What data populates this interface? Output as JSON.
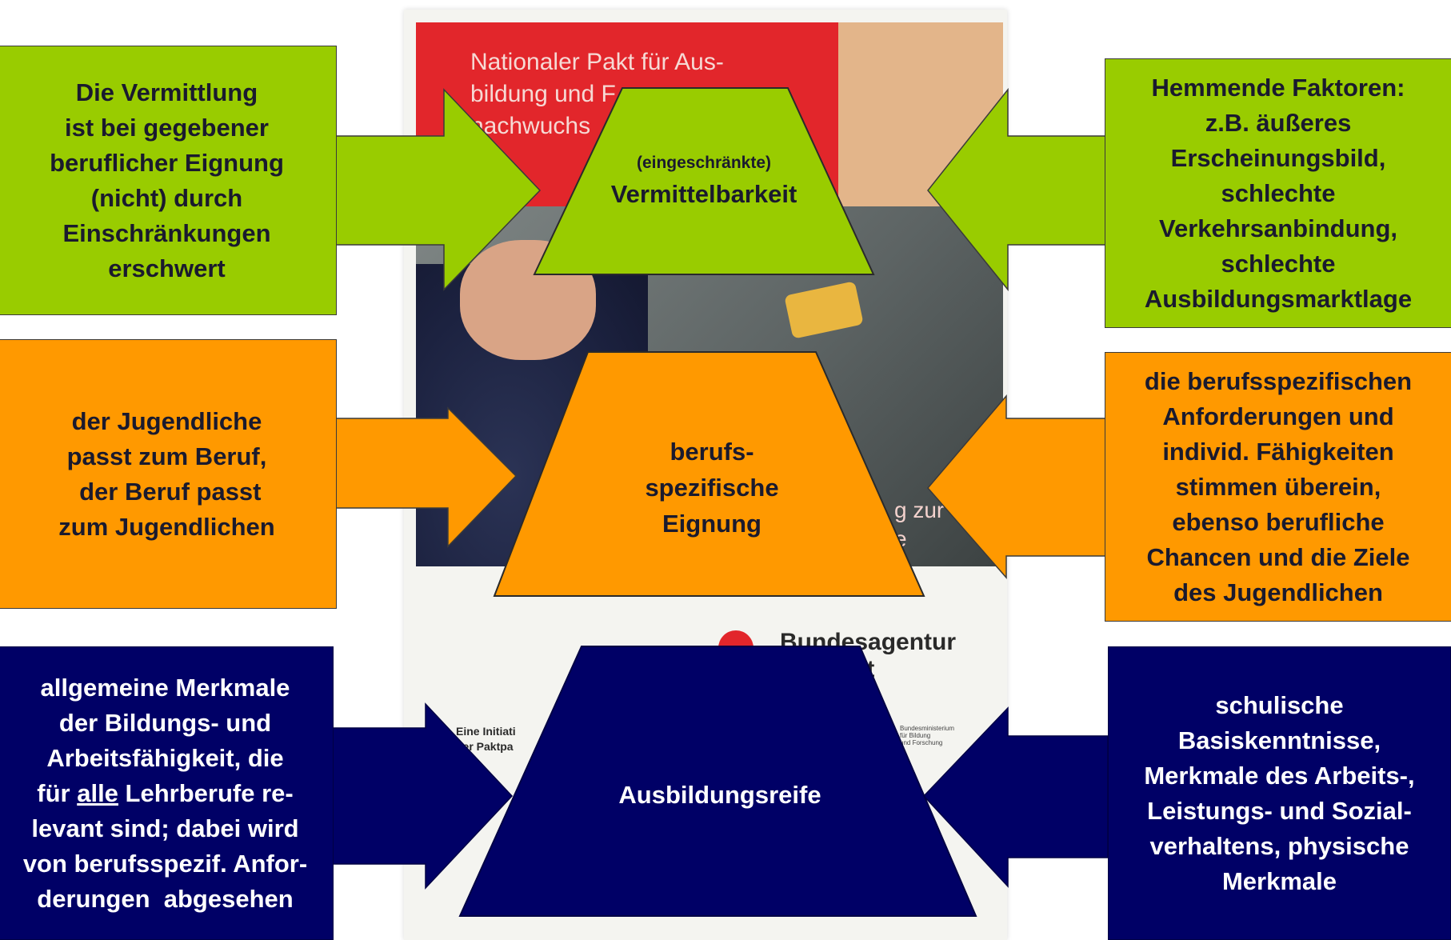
{
  "colors": {
    "green": "#99cc00",
    "orange": "#ff9900",
    "navy": "#000066"
  },
  "brochure": {
    "title": "Nationaler Pakt für Aus-\nbildung und F\nnachwuchs",
    "subtitle_fragment": "g zur\ne",
    "agency": "Bundesagentur\n          eit",
    "initiative": "Eine Initiati\nder Paktpa",
    "ministry": "Bundesministerium\nfür Bildung\nund Forschung"
  },
  "levels": {
    "top": {
      "label_small": "(eingeschränkte)",
      "label": "Vermittelbarkeit",
      "left_text": "Die Vermittlung\nist bei gegebener\nberuflicher Eignung\n(nicht) durch\nEinschränkungen\nerschwert",
      "right_text": "Hemmende Faktoren:\nz.B. äußeres\nErscheinungsbild,\nschlechte\nVerkehrsanbindung,\nschlechte\nAusbildungsmarktlage"
    },
    "middle": {
      "label": "berufs-\nspezifische\nEignung",
      "left_text": "der Jugendliche\npasst zum Beruf,\n der Beruf passt\nzum Jugendlichen",
      "right_text": "die berufsspezifischen\nAnforderungen und\nindivid. Fähigkeiten\nstimmen überein,\nebenso berufliche\nChancen und die Ziele\ndes Jugendlichen"
    },
    "bottom": {
      "label": "Ausbildungsreife",
      "left_text_pre": "allgemeine Merkmale\nder Bildungs- und\nArbeitsfähigkeit, die\nfür ",
      "left_text_underlined": "alle",
      "left_text_post": " Lehrberufe re-\nlevant sind; dabei wird\nvon berufsspezif. Anfor-\nderungen  abgesehen",
      "right_text": "schulische\nBasiskenntnisse,\nMerkmale des Arbeits-,\nLeistungs- und Sozial-\nverhaltens, physische\nMerkmale"
    }
  }
}
